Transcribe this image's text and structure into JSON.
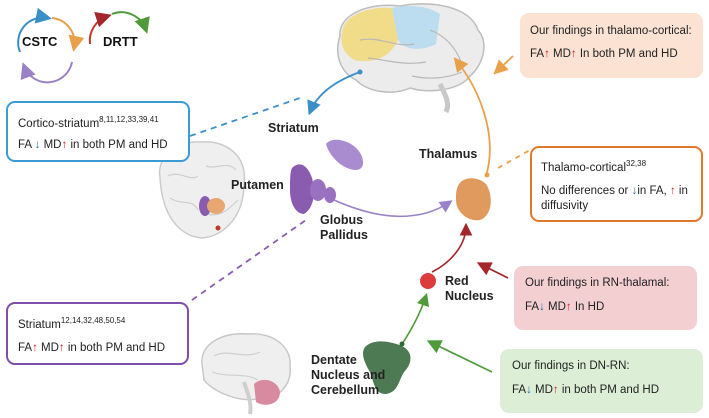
{
  "cycles": {
    "cstc": "CSTC",
    "drtt": "DRTT"
  },
  "regions": {
    "striatum": "Striatum",
    "putamen": "Putamen",
    "globus_pallidus": "Globus Pallidus",
    "thalamus": "Thalamus",
    "red_nucleus": "Red Nucleus",
    "dentate": "Dentate Nucleus and Cerebellum"
  },
  "boxes": {
    "cortico_striatum": {
      "title": "Cortico-striatum",
      "refs": "8,11,12,33,39,41",
      "fa": "FA",
      "md": "MD",
      "tail": "in both PM and HD"
    },
    "striatum": {
      "title": "Striatum",
      "refs": "12,14,32,48,50,54",
      "fa": "FA",
      "md": "MD",
      "tail": "in both PM and HD"
    },
    "thalamo_findings": {
      "title": "Our findings in thalamo-cortical:",
      "fa": "FA",
      "md": "MD",
      "tail": "In both PM and HD"
    },
    "thalamo_cortical": {
      "title": "Thalamo-cortical",
      "refs": "32,38",
      "line1_a": "No differences or",
      "line1_b": "in FA,",
      "line1_c": "in",
      "line2": "diffusivity"
    },
    "rn_thalamal": {
      "title": "Our findings in RN-thalamal:",
      "fa": "FA",
      "md": "MD",
      "tail": "In HD"
    },
    "dn_rn": {
      "title": "Our findings in DN-RN:",
      "fa": "FA",
      "md": "MD",
      "tail": "in both PM and HD"
    }
  },
  "colors": {
    "orange": "#e8a04a",
    "blue": "#3a8fc8",
    "purple": "#8a5cb0",
    "green": "#4f9a3a",
    "dark_red": "#a3262a",
    "up_arrow": "#d0262a",
    "down_arrow": "#2a6fa8"
  }
}
